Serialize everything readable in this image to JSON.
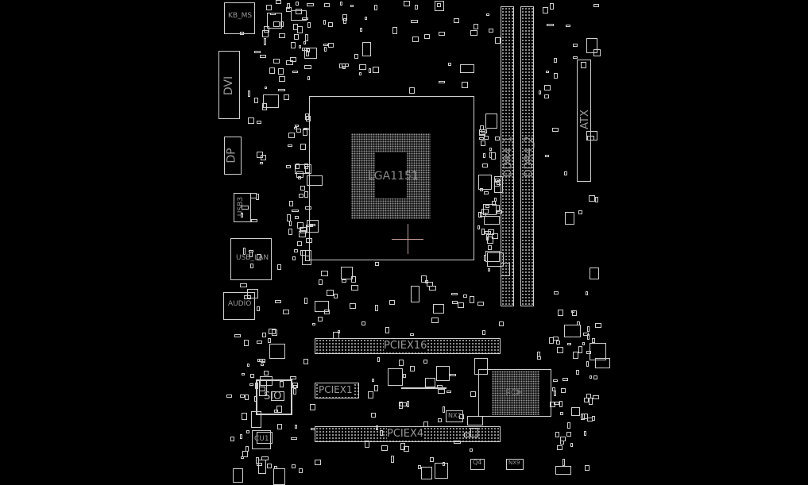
{
  "board": {
    "socket_label": "LGA1151",
    "dimm1_label": "DDR4_1",
    "dimm2_label": "DDR4_2",
    "atx_label": "ATX",
    "kbms_label": "KB_MS",
    "dvi_label": "DVI",
    "dp_label": "DP",
    "usb_label": "USB3",
    "usblan_label": "USB_LAN",
    "audio_label": "AUDIO",
    "pcie16_label": "PCIEX16",
    "pcie1_label": "PCIEX1",
    "pcie4_label": "PCIEX4",
    "sio_label": "SIO",
    "cu1_label": "CU1",
    "nx2_label": "NX2",
    "pch_label": "PCH",
    "q4_label": "Q4",
    "nx9_label": "NX9"
  },
  "colors": {
    "background": "#000000",
    "outline": "#cfcfcf",
    "crosshair": "#c89a9a"
  }
}
